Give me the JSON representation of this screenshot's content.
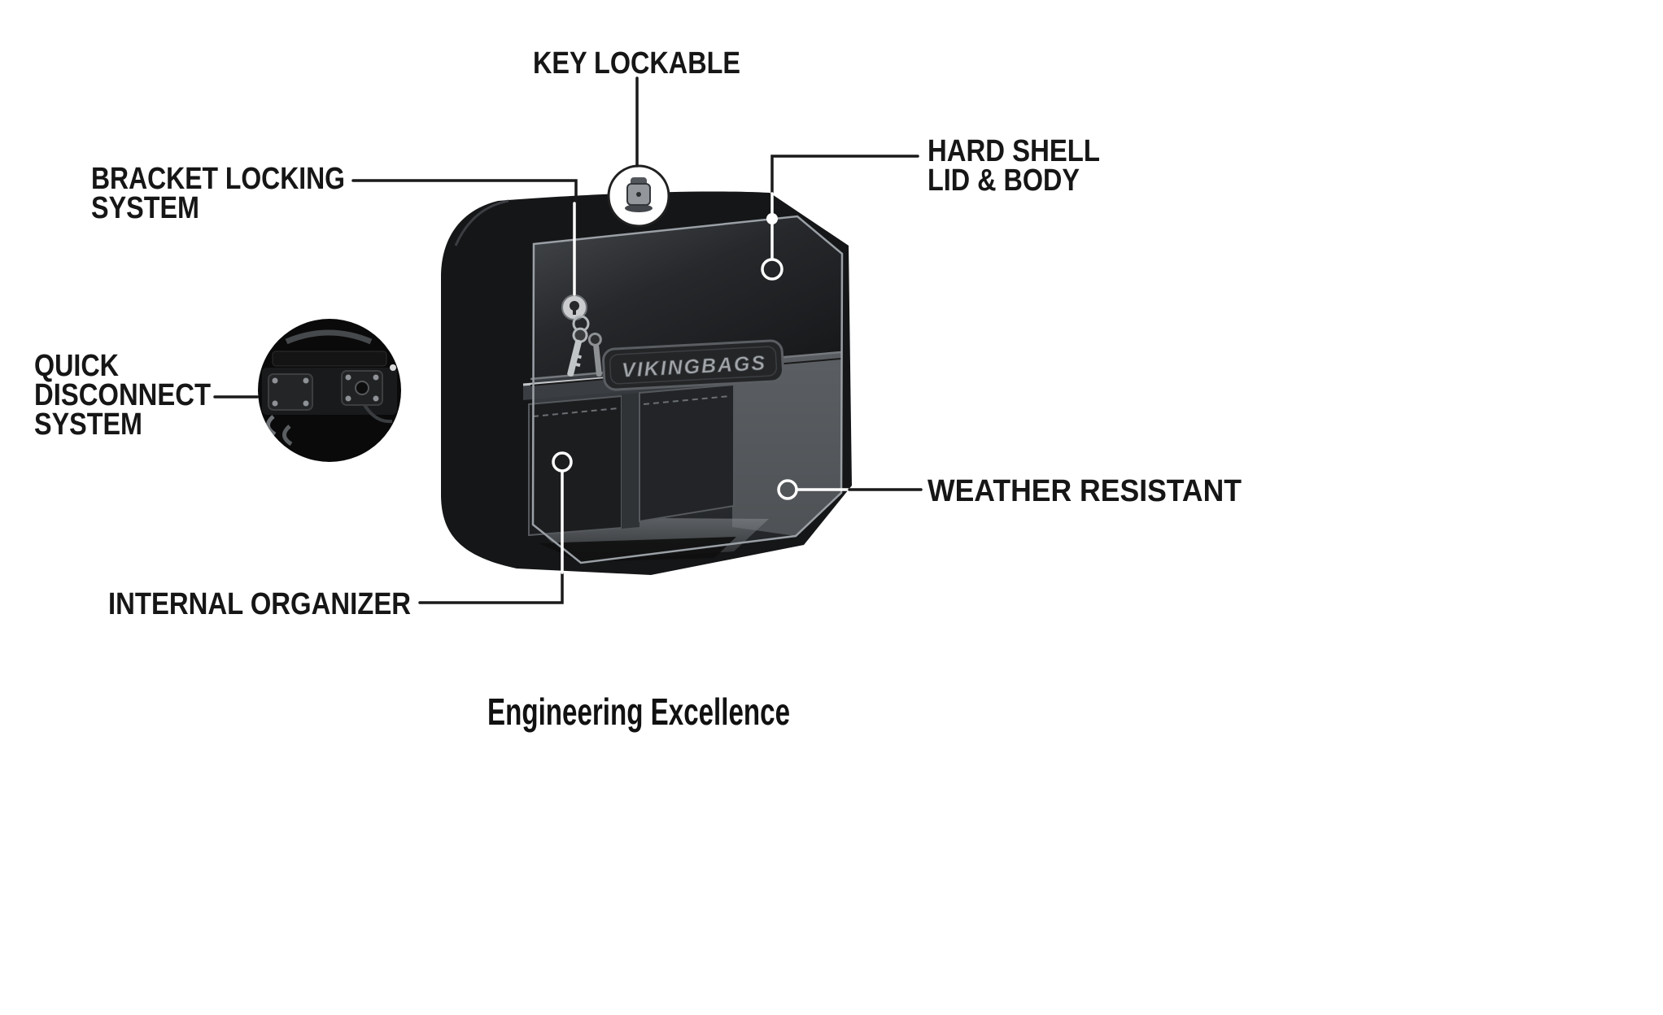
{
  "diagram": {
    "title": "Engineering Excellence",
    "brand": "VIKINGBAGS",
    "callouts": {
      "key_lockable": {
        "label": "KEY LOCKABLE"
      },
      "bracket_locking": {
        "line1": "BRACKET LOCKING",
        "line2": "SYSTEM"
      },
      "hard_shell": {
        "line1": "HARD SHELL",
        "line2": "LID & BODY"
      },
      "quick_disconnect": {
        "line1": "QUICK",
        "line2": "DISCONNECT",
        "line3": "SYSTEM"
      },
      "weather_resistant": {
        "label": "WEATHER RESISTANT"
      },
      "internal_organizer": {
        "label": "INTERNAL ORGANIZER"
      }
    },
    "colors": {
      "background": "#ffffff",
      "leader_line_dark": "#1a1a1a",
      "leader_line_light": "#ffffff",
      "bag_body": "#151617",
      "panel_outline": "#9aa0a6",
      "marker": "#ffffff"
    }
  }
}
